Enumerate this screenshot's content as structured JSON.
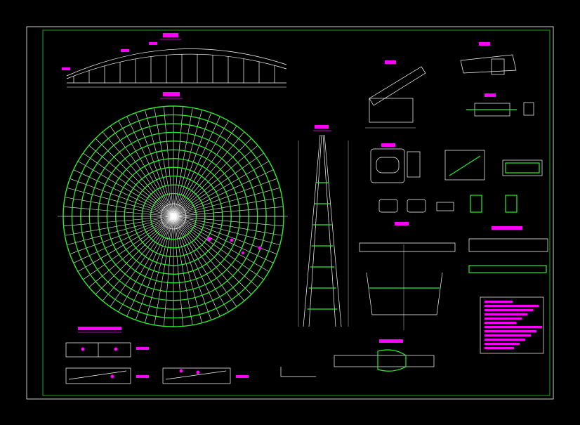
{
  "window": {
    "title": ""
  },
  "sheet": {
    "corner_label": ""
  },
  "colors": {
    "background": "#000000",
    "frame": "#2fd02f",
    "outer_frame": "#ffffff",
    "ribs": "#ffffff",
    "rings": "#28f028",
    "title_blocks": "#ff00ff",
    "markers": "#ff00ff",
    "legend_fill": "#ff00ff"
  },
  "drawings": {
    "elevation_arc": {
      "name": "elevation-view"
    },
    "plan_circle": {
      "name": "dome-plan",
      "rib_count": 72,
      "ring_count": 10
    },
    "mast": {
      "name": "mast-elevation",
      "rungs": 7
    },
    "details": [
      {
        "name": "detail-a"
      },
      {
        "name": "detail-b"
      },
      {
        "name": "detail-c"
      },
      {
        "name": "detail-d"
      },
      {
        "name": "detail-e"
      },
      {
        "name": "detail-f"
      },
      {
        "name": "detail-g"
      },
      {
        "name": "detail-h"
      }
    ],
    "legend": {
      "name": "notes-legend",
      "lines": 12
    }
  }
}
